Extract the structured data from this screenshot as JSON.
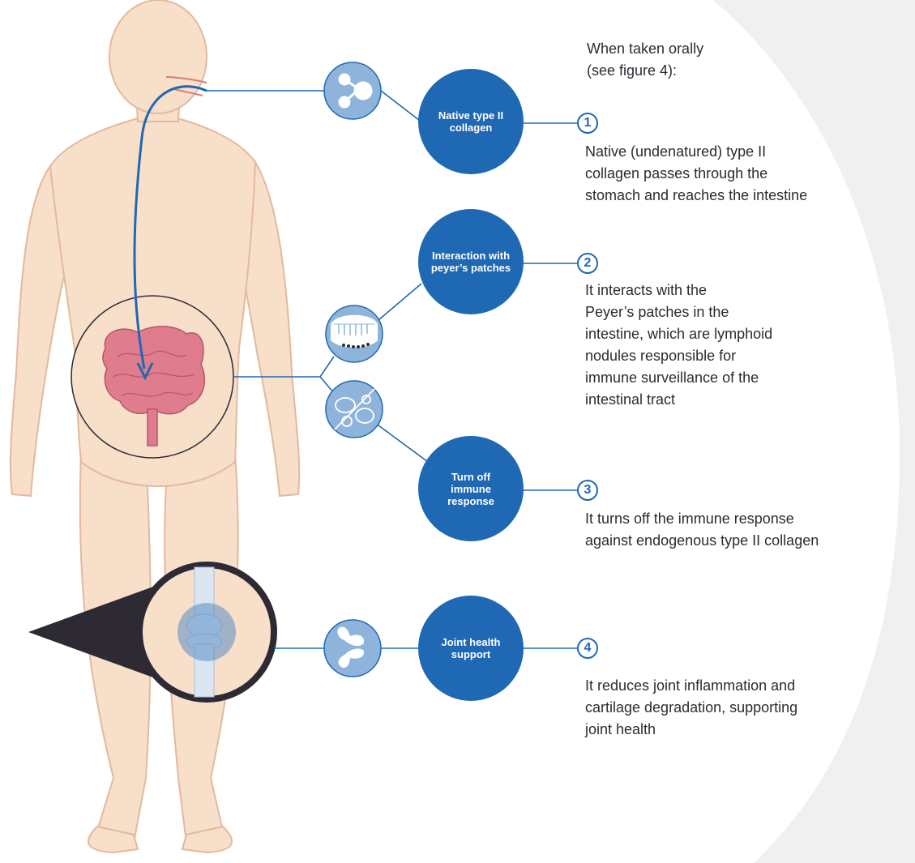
{
  "intro": {
    "line1": "When taken orally",
    "line2": "(see figure 4):"
  },
  "steps": [
    {
      "number": "1",
      "circle_label": "Native type II collagen",
      "text": "Native (undenatured) type II\ncollagen passes through the\nstomach and reaches the intestine"
    },
    {
      "number": "2",
      "circle_label": "Interaction with peyer’s patches",
      "text": "It interacts with the\nPeyer’s patches in the\nintestine, which are lymphoid\nnodules responsible for\nimmune surveillance of the\nintestinal tract"
    },
    {
      "number": "3",
      "circle_label": "Turn off immune response",
      "text": "It turns off the immune response\nagainst endogenous type II collagen"
    },
    {
      "number": "4",
      "circle_label": "Joint health support",
      "text": "It reduces joint inflammation and\ncartilage degradation, supporting\njoint health"
    }
  ],
  "icons": [
    "collagen-molecule-icon",
    "peyers-patch-icon",
    "immune-cells-blocked-icon",
    "joint-icon"
  ],
  "colors": {
    "accent": "#1f68b3",
    "icon_fill": "#8fb4db",
    "skin": "#f8dfc9",
    "intestine": "#df7d8e",
    "text": "#2d2a33",
    "background_shape": "#f0f0f0"
  }
}
